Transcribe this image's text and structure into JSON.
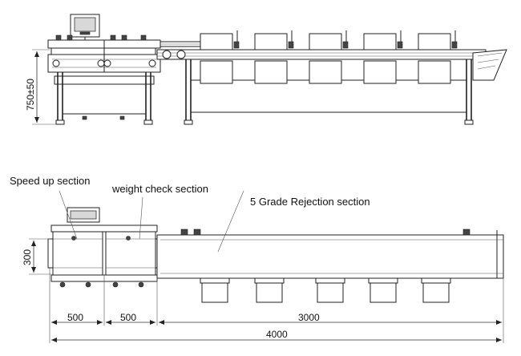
{
  "side_view": {
    "height_dimension": "750±50"
  },
  "top_view": {
    "labels": {
      "speed_up": "Speed up section",
      "weight_check": "weight check section",
      "rejection": "5 Grade Rejection section"
    },
    "width_dimension": "300",
    "length_dimensions": {
      "speed_up": "500",
      "weight_check": "500",
      "rejection": "3000",
      "total": "4000"
    }
  }
}
